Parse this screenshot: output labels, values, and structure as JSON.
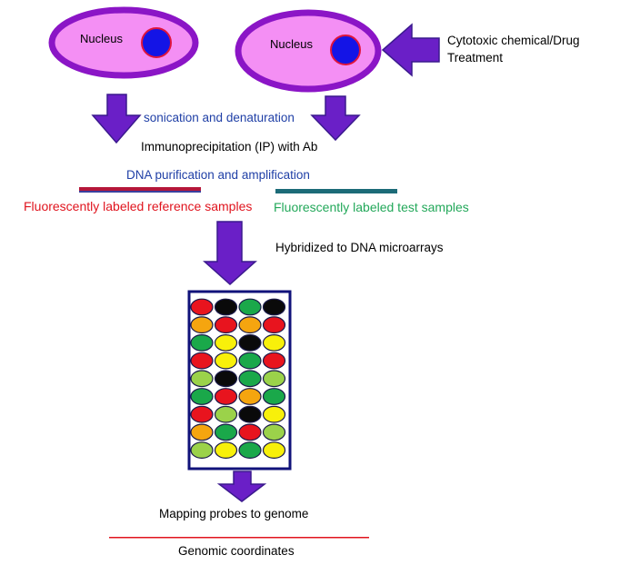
{
  "labels": {
    "nucleus_left": "Nucleus",
    "nucleus_right": "Nucleus",
    "treatment_line1": "Cytotoxic  chemical/Drug",
    "treatment_line2": "Treatment",
    "sonication": "sonication and denaturation",
    "immunoprecipitation": "Immunoprecipitation (IP) with Ab",
    "purification": "DNA purification and amplification",
    "reference_samples": "Fluorescently labeled reference samples",
    "test_samples": "Fluorescently labeled test samples",
    "hybridized": "Hybridized to DNA microarrays",
    "mapping": "Mapping probes to genome",
    "coordinates": "Genomic coordinates"
  },
  "colors": {
    "cell_fill": "#f48ff4",
    "cell_border": "#8b15c6",
    "nucleus_fill": "#1414e6",
    "nucleus_border": "#e0143c",
    "arrow_fill": "#6a1fc7",
    "arrow_stroke": "#3b1a8e",
    "blue_text": "#1f3fa6",
    "red_text": "#e0141e",
    "green_text": "#23a85a",
    "reference_line": "#b5163a",
    "test_line": "#1c6b78",
    "grid_border": "#10127a",
    "bottom_line": "#e0141e"
  },
  "microarray": {
    "spots": [
      [
        "red",
        "black",
        "green",
        "black"
      ],
      [
        "orange",
        "red",
        "orange",
        "red"
      ],
      [
        "green",
        "yellow",
        "black",
        "yellow"
      ],
      [
        "red",
        "yellow",
        "green",
        "red"
      ],
      [
        "lightgreen",
        "black",
        "green",
        "lightgreen"
      ],
      [
        "green",
        "red",
        "orange",
        "green"
      ],
      [
        "red",
        "lightgreen",
        "black",
        "yellow"
      ],
      [
        "orange",
        "green",
        "red",
        "lightgreen"
      ],
      [
        "lightgreen",
        "yellow",
        "green",
        "yellow"
      ]
    ],
    "palette": {
      "red": "#e8141e",
      "black": "#0a0a0a",
      "green": "#1aa84a",
      "orange": "#f5a50f",
      "yellow": "#f8f00a",
      "lightgreen": "#9bd24a"
    }
  }
}
